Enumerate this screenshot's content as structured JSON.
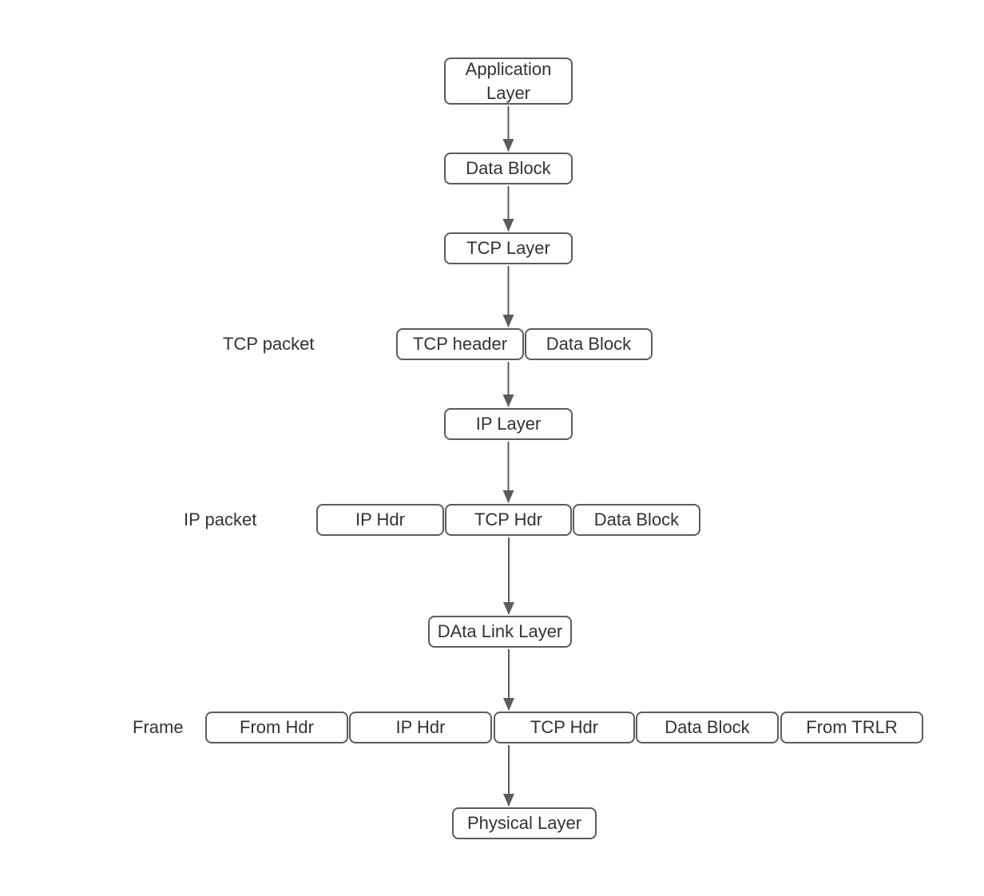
{
  "diagram": {
    "type": "flowchart",
    "subject": "TCP/IP data encapsulation layers",
    "colors": {
      "background": "#ffffff",
      "node_fill": "#ffffff",
      "node_border": "#5c5c5c",
      "text": "#333333",
      "arrow": "#5c5c5c"
    },
    "nodes": [
      {
        "id": "application-layer",
        "label": "Application Layer"
      },
      {
        "id": "data-block-top",
        "label": "Data Block"
      },
      {
        "id": "tcp-layer",
        "label": "TCP Layer"
      },
      {
        "id": "tcp-header",
        "label": "TCP header"
      },
      {
        "id": "tcp-packet-data-block",
        "label": "Data Block"
      },
      {
        "id": "ip-layer",
        "label": "IP Layer"
      },
      {
        "id": "ip-packet-ip-hdr",
        "label": "IP Hdr"
      },
      {
        "id": "ip-packet-tcp-hdr",
        "label": "TCP Hdr"
      },
      {
        "id": "ip-packet-data-block",
        "label": "Data Block"
      },
      {
        "id": "data-link-layer",
        "label": "DAta Link Layer"
      },
      {
        "id": "frame-from-hdr",
        "label": "From Hdr"
      },
      {
        "id": "frame-ip-hdr",
        "label": "IP Hdr"
      },
      {
        "id": "frame-tcp-hdr",
        "label": "TCP Hdr"
      },
      {
        "id": "frame-data-block",
        "label": "Data Block"
      },
      {
        "id": "frame-from-trlr",
        "label": "From TRLR"
      },
      {
        "id": "physical-layer",
        "label": "Physical Layer"
      }
    ],
    "row_labels": [
      {
        "id": "tcp-packet",
        "text": "TCP packet"
      },
      {
        "id": "ip-packet",
        "text": "IP packet"
      },
      {
        "id": "frame",
        "text": "Frame"
      }
    ],
    "edges": [
      {
        "from": "application-layer",
        "to": "data-block-top"
      },
      {
        "from": "data-block-top",
        "to": "tcp-layer"
      },
      {
        "from": "tcp-layer",
        "to": "tcp-packet-row"
      },
      {
        "from": "tcp-packet-row",
        "to": "ip-layer"
      },
      {
        "from": "ip-layer",
        "to": "ip-packet-row"
      },
      {
        "from": "ip-packet-row",
        "to": "data-link-layer"
      },
      {
        "from": "data-link-layer",
        "to": "frame-row"
      },
      {
        "from": "frame-row",
        "to": "physical-layer"
      }
    ]
  }
}
